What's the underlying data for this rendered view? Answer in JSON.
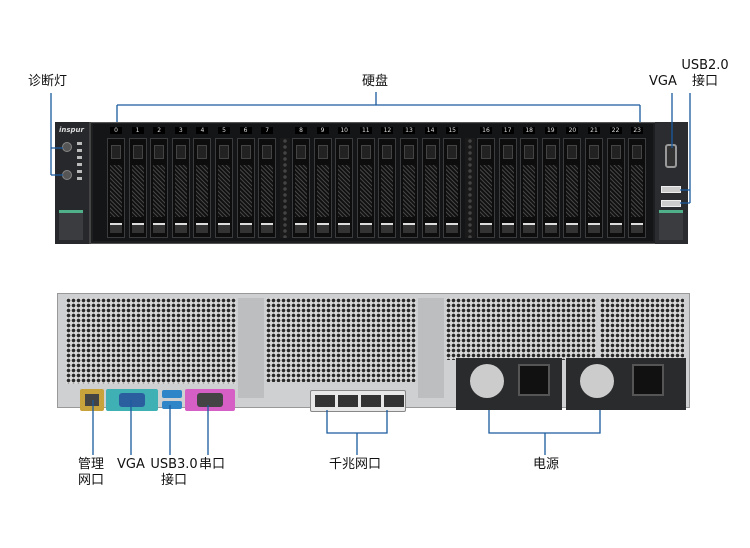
{
  "front": {
    "brand": "inspur",
    "labels": {
      "diag_led": "诊断灯",
      "drives": "硬盘",
      "vga": "VGA",
      "usb2_line1": "USB2.0",
      "usb2_line2": "接口"
    },
    "bay_numbers": [
      "0",
      "1",
      "2",
      "3",
      "4",
      "5",
      "6",
      "7",
      "8",
      "9",
      "10",
      "11",
      "12",
      "13",
      "14",
      "15",
      "16",
      "17",
      "18",
      "19",
      "20",
      "21",
      "22",
      "23"
    ]
  },
  "rear": {
    "labels": {
      "mgmt_line1": "管理",
      "mgmt_line2": "网口",
      "vga": "VGA",
      "usb3_line1": "USB3.0",
      "usb3_line2": "接口",
      "serial": "串口",
      "gbe": "千兆网口",
      "power": "电源"
    }
  },
  "colors": {
    "callout": "#1a5a9e",
    "mgmt_port": "#c8a23a",
    "vga_port": "#3fb1b5",
    "serial_port": "#d55fc4",
    "usb3": "#2e86c8"
  }
}
